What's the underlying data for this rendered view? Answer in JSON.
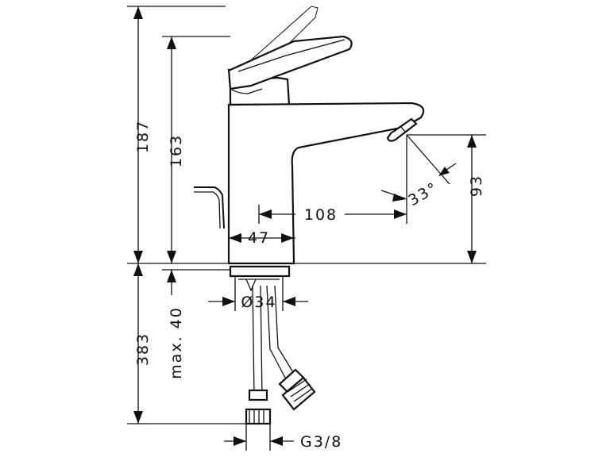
{
  "dimensions": {
    "total_height": "187",
    "spout_height": "163",
    "outlet_height": "93",
    "spout_reach": "108",
    "spout_angle": "33°",
    "base_offset": "47",
    "base_diameter": "Ø34",
    "below_counter": "383",
    "max_thickness": "max. 40",
    "connection": "G3/8"
  }
}
